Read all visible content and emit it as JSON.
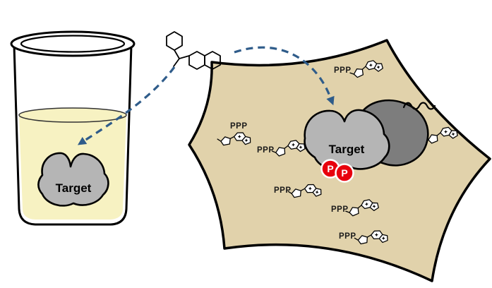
{
  "figure": {
    "beaker": {
      "target_label": "Target"
    },
    "cell": {
      "target_label": "Target",
      "phosphate_label": "P",
      "triphosphate_label": "PPP"
    },
    "colors": {
      "liquid_yellow": "#f7f2c2",
      "cell_tan": "#e1d2ab",
      "target_gray": "#b5b5b5",
      "dark_gray": "#7d7d7d",
      "arrow_blue": "#2f5c8a",
      "phospho_red": "#e8000d"
    }
  }
}
